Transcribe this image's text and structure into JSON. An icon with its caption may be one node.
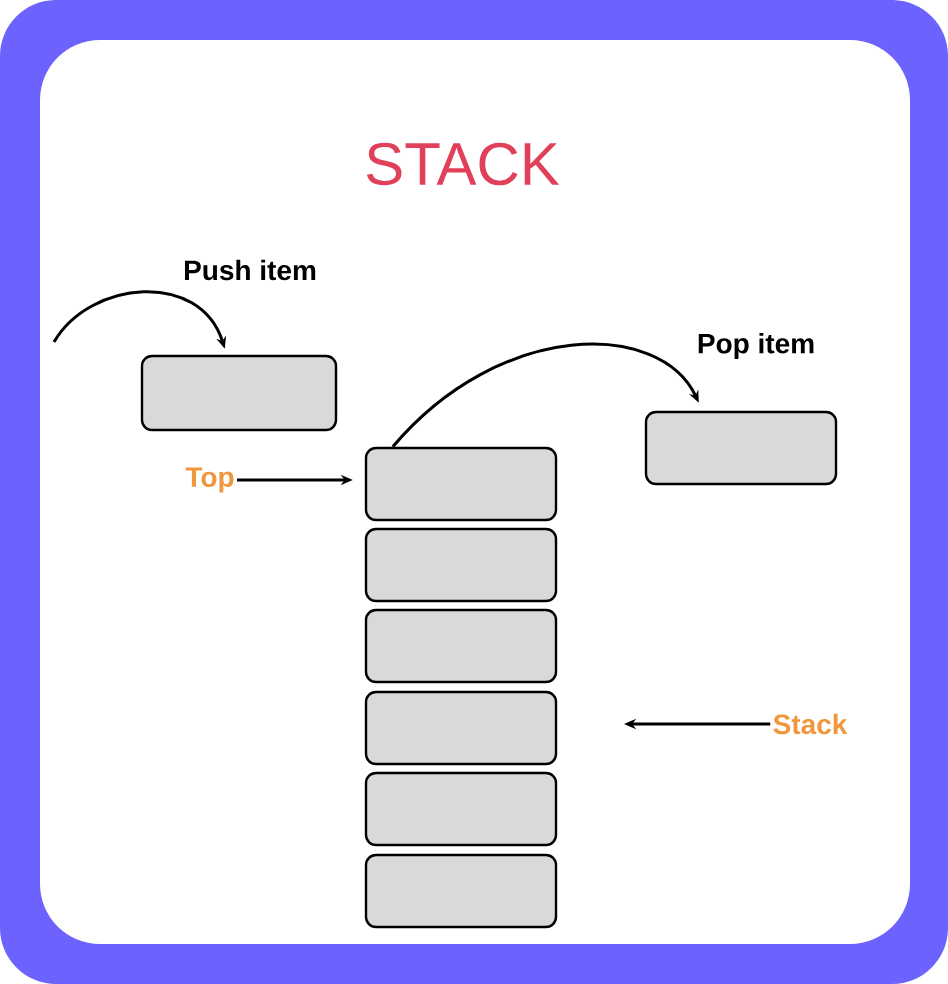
{
  "diagram": {
    "title": "STACK",
    "nodes": [
      {
        "text": [],
        "shape": "box"
      },
      {
        "text": [],
        "shape": "box"
      },
      {
        "text": [
          "Top"
        ]
      },
      {
        "text": [],
        "shape": "box"
      },
      {
        "text": [],
        "shape": "box"
      },
      {
        "text": [],
        "shape": "box"
      },
      {
        "text": [],
        "shape": "box"
      },
      {
        "text": [],
        "shape": "box"
      },
      {
        "text": [],
        "shape": "box"
      },
      {
        "text": [
          "Stack"
        ]
      }
    ],
    "edges": [
      {
        "from": null,
        "to": 0,
        "arrow": "to",
        "label": "Push item"
      },
      {
        "from": 3,
        "to": 1,
        "arrow": "to",
        "label": "Pop item"
      },
      {
        "from": 2,
        "to": 3,
        "arrow": "to"
      },
      {
        "from": 9,
        "to": null,
        "arrow": "to"
      }
    ]
  }
}
